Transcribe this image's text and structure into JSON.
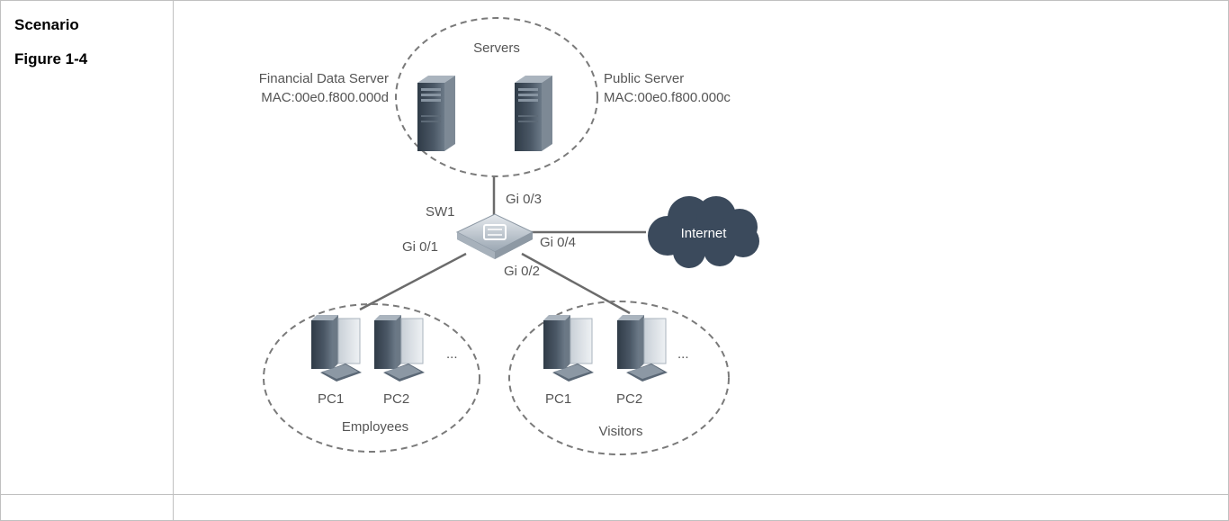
{
  "labels": {
    "scenario": "Scenario",
    "figure": "Figure 1-4"
  },
  "diagram": {
    "groups": {
      "servers": "Servers",
      "employees": "Employees",
      "visitors": "Visitors"
    },
    "servers": {
      "financial": {
        "name": "Financial Data Server",
        "mac": "MAC:00e0.f800.000d"
      },
      "public": {
        "name": "Public Server",
        "mac": "MAC:00e0.f800.000c"
      }
    },
    "switch": {
      "name": "SW1"
    },
    "ports": {
      "gi01": "Gi 0/1",
      "gi02": "Gi 0/2",
      "gi03": "Gi 0/3",
      "gi04": "Gi 0/4"
    },
    "internet": "Internet",
    "pcs": {
      "emp_pc1": "PC1",
      "emp_pc2": "PC2",
      "vis_pc1": "PC1",
      "vis_pc2": "PC2",
      "ellipsis": "..."
    },
    "colors": {
      "border": "#c0c0c0",
      "link": "#6b6b6b",
      "dashed": "#7a7a7a",
      "device_dark": "#3e4a57",
      "device_light": "#cfd6dd",
      "cloud": "#3b4a5c"
    }
  }
}
